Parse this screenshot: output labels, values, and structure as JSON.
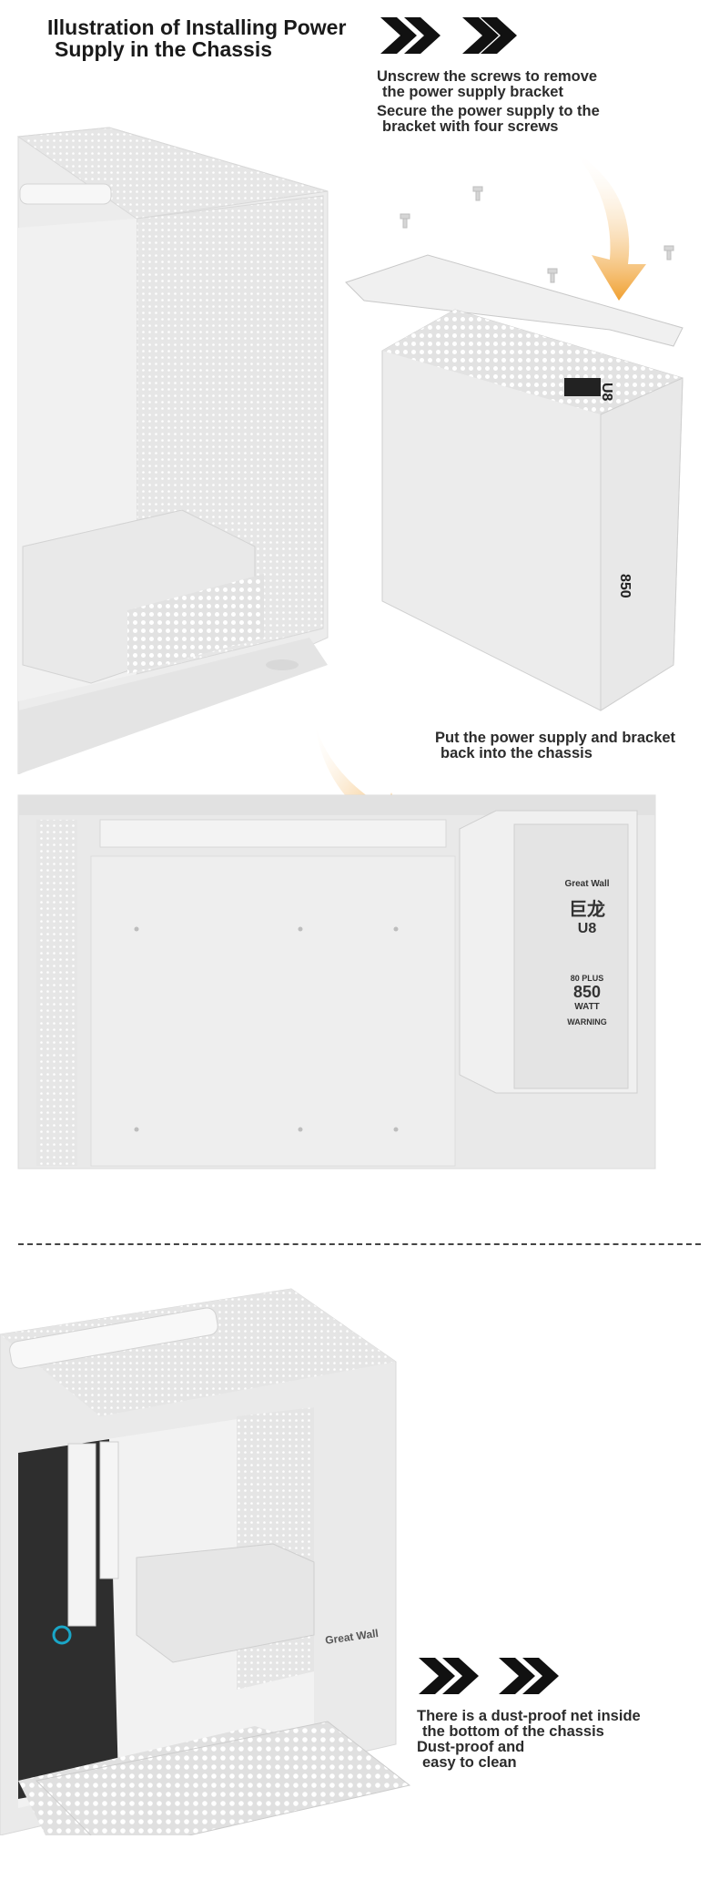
{
  "title": {
    "line1": "Illustration of Installing Power",
    "line2": "Supply in the Chassis"
  },
  "step1": {
    "caption1": {
      "line1": "Unscrew the screws to remove",
      "line2": "the power supply bracket"
    },
    "caption2": {
      "line1": "Secure the power supply to the",
      "line2": "bracket with four screws"
    }
  },
  "step2": {
    "caption": {
      "line1": "Put the power supply and bracket",
      "line2": "back into the chassis"
    }
  },
  "step3": {
    "caption1": {
      "line1": "There is a dust-proof net inside",
      "line2": "the bottom of the chassis"
    },
    "caption2": {
      "line1": "Dust-proof and",
      "line2": "easy to clean"
    }
  },
  "psu_label": {
    "brand": "Great Wall",
    "model": "U8",
    "logo_chars": "巨龙",
    "watt": "850",
    "watt_unit": "WATT",
    "warning": "WARNING",
    "efficiency": "80 PLUS"
  },
  "chassis_logo": "Great Wall",
  "colors": {
    "arrow_orange": "#f0a030",
    "chassis_white": "#ececec",
    "chevron": "#111111"
  }
}
